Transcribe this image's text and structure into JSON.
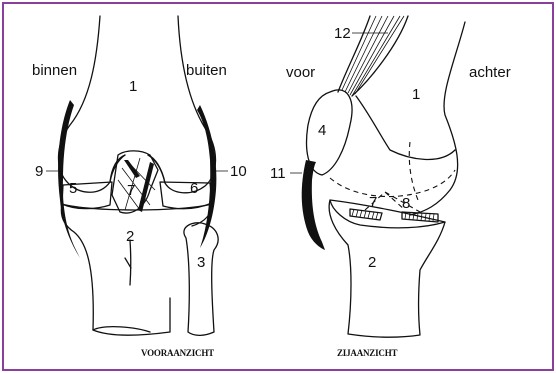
{
  "colors": {
    "frame": "#8a3f9c",
    "ink": "#111111",
    "paper": "#ffffff"
  },
  "front_view": {
    "caption": "VOORAANZICHT",
    "direction_inner": "binnen",
    "direction_outer": "buiten",
    "numbers": [
      "1",
      "2",
      "3",
      "5",
      "6",
      "7",
      "9",
      "10"
    ]
  },
  "side_view": {
    "caption": "ZIJAANZICHT",
    "direction_front": "voor",
    "direction_back": "achter",
    "numbers": [
      "1",
      "2",
      "4",
      "7",
      "8",
      "11",
      "12"
    ]
  }
}
